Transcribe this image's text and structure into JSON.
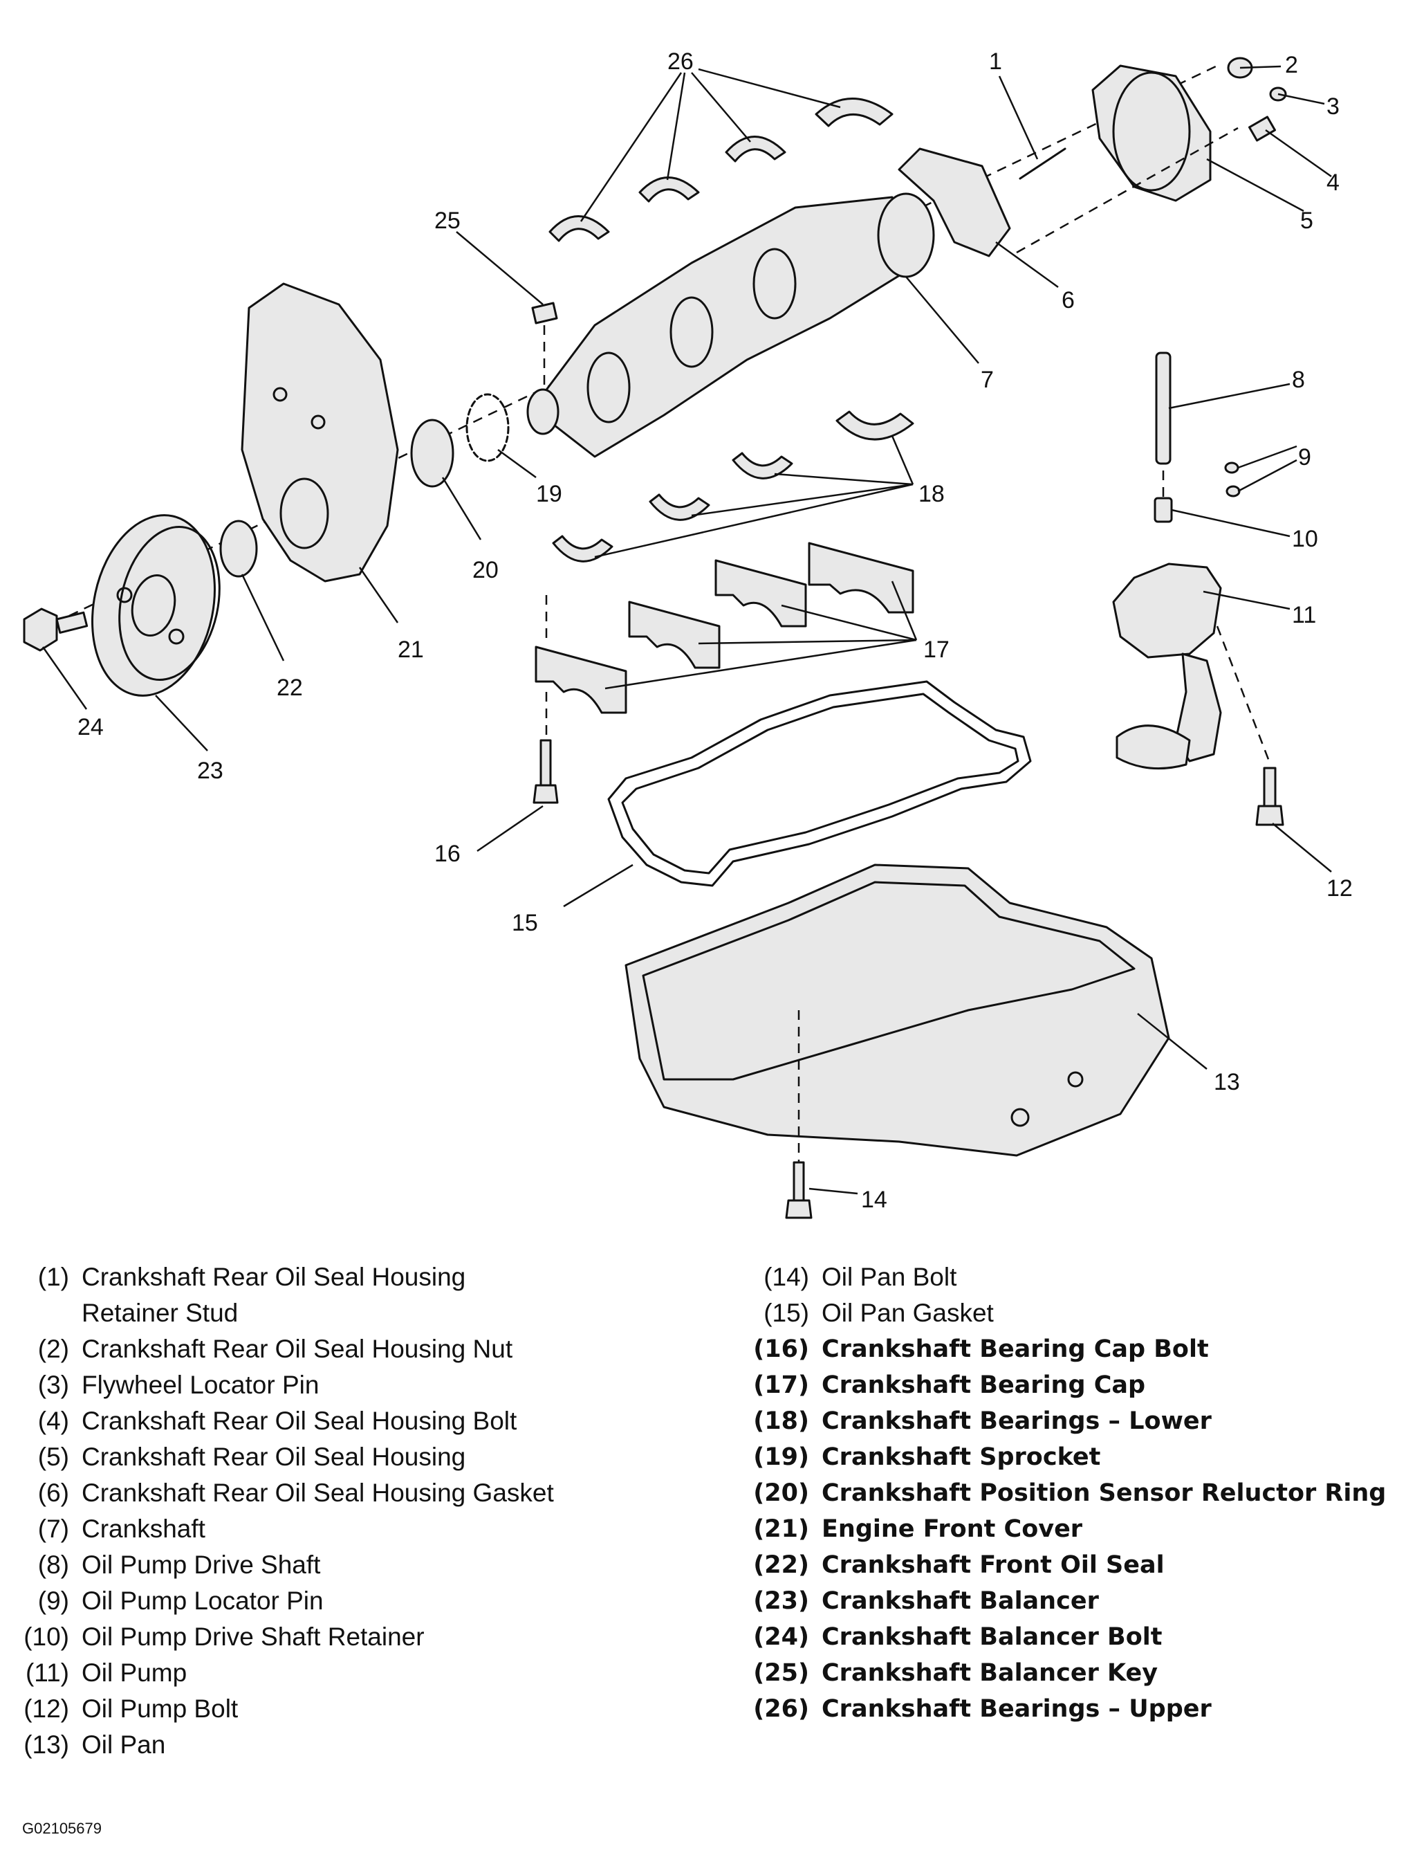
{
  "figure_id": "G02105679",
  "callouts": [
    "1",
    "2",
    "3",
    "4",
    "5",
    "6",
    "7",
    "8",
    "9",
    "10",
    "11",
    "12",
    "13",
    "14",
    "15",
    "16",
    "17",
    "18",
    "19",
    "20",
    "21",
    "22",
    "23",
    "24",
    "25",
    "26"
  ],
  "legend": {
    "left": [
      {
        "num": "(1)",
        "lines": [
          "Crankshaft Rear Oil Seal Housing",
          "Retainer Stud"
        ]
      },
      {
        "num": "(2)",
        "lines": [
          "Crankshaft Rear Oil Seal Housing Nut"
        ]
      },
      {
        "num": "(3)",
        "lines": [
          "Flywheel Locator Pin"
        ]
      },
      {
        "num": "(4)",
        "lines": [
          "Crankshaft Rear Oil Seal Housing Bolt"
        ]
      },
      {
        "num": "(5)",
        "lines": [
          "Crankshaft Rear Oil Seal Housing"
        ]
      },
      {
        "num": "(6)",
        "lines": [
          "Crankshaft Rear Oil Seal Housing Gasket"
        ]
      },
      {
        "num": "(7)",
        "lines": [
          "Crankshaft"
        ]
      },
      {
        "num": "(8)",
        "lines": [
          "Oil Pump Drive Shaft"
        ]
      },
      {
        "num": "(9)",
        "lines": [
          "Oil Pump Locator Pin"
        ]
      },
      {
        "num": "(10)",
        "lines": [
          "Oil Pump Drive Shaft Retainer"
        ]
      },
      {
        "num": "(11)",
        "lines": [
          "Oil Pump"
        ]
      },
      {
        "num": "(12)",
        "lines": [
          "Oil Pump Bolt"
        ]
      },
      {
        "num": "(13)",
        "lines": [
          "Oil Pan"
        ]
      }
    ],
    "right": [
      {
        "num": "(14)",
        "lines": [
          "Oil Pan Bolt"
        ]
      },
      {
        "num": "(15)",
        "lines": [
          "Oil Pan Gasket"
        ]
      },
      {
        "num": "(16)",
        "lines": [
          "Crankshaft Bearing Cap Bolt"
        ]
      },
      {
        "num": "(17)",
        "lines": [
          "Crankshaft Bearing Cap"
        ]
      },
      {
        "num": "(18)",
        "lines": [
          "Crankshaft Bearings – Lower"
        ]
      },
      {
        "num": "(19)",
        "lines": [
          "Crankshaft Sprocket"
        ]
      },
      {
        "num": "(20)",
        "lines": [
          "Crankshaft Position Sensor Reluctor Ring"
        ]
      },
      {
        "num": "(21)",
        "lines": [
          "Engine Front Cover"
        ]
      },
      {
        "num": "(22)",
        "lines": [
          "Crankshaft Front Oil Seal"
        ]
      },
      {
        "num": "(23)",
        "lines": [
          "Crankshaft Balancer"
        ]
      },
      {
        "num": "(24)",
        "lines": [
          "Crankshaft Balancer Bolt"
        ]
      },
      {
        "num": "(25)",
        "lines": [
          "Crankshaft Balancer Key"
        ]
      },
      {
        "num": "(26)",
        "lines": [
          "Crankshaft Bearings – Upper"
        ]
      }
    ]
  }
}
